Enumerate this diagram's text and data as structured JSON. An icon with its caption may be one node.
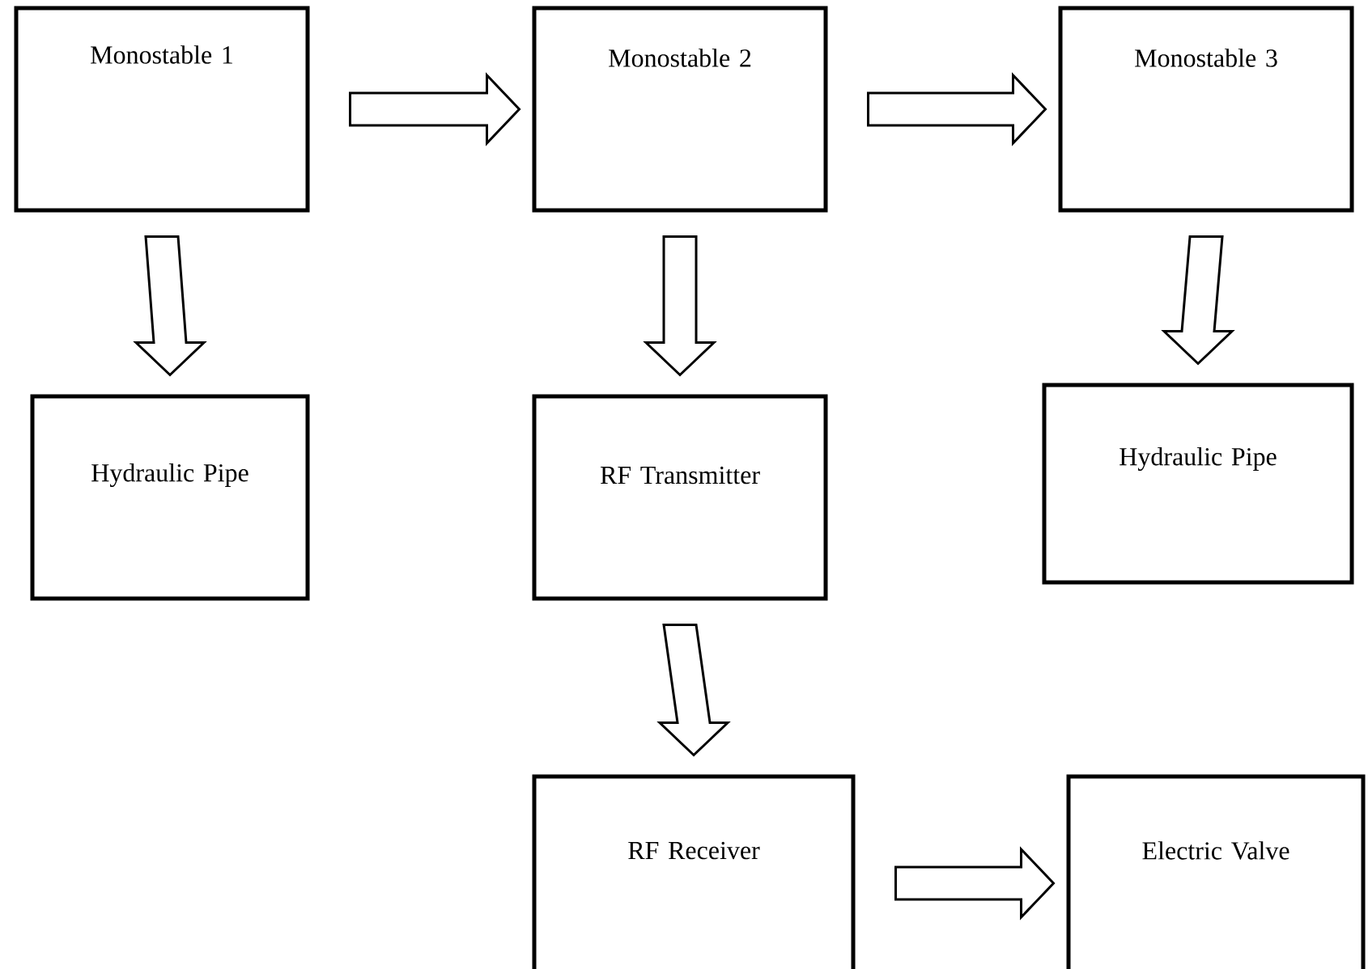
{
  "diagram": {
    "nodes": [
      {
        "text": [
          "Monostable 1"
        ]
      },
      {
        "text": [
          "Monostable 2"
        ]
      },
      {
        "text": [
          "Monostable 3"
        ]
      },
      {
        "text": [
          "Hydraulic Pipe"
        ]
      },
      {
        "text": [
          "RF Transmitter"
        ]
      },
      {
        "text": [
          "Hydraulic Pipe"
        ]
      },
      {
        "text": [
          "RF Receiver"
        ]
      },
      {
        "text": [
          "Electric Valve"
        ]
      }
    ],
    "edges": [
      {
        "from": 0,
        "to": 1,
        "arrow": "to"
      },
      {
        "from": 1,
        "to": 2,
        "arrow": "to"
      },
      {
        "from": 0,
        "to": 3,
        "arrow": "to"
      },
      {
        "from": 1,
        "to": 4,
        "arrow": "to"
      },
      {
        "from": 2,
        "to": 5,
        "arrow": "to"
      },
      {
        "from": 4,
        "to": 6,
        "arrow": "to"
      },
      {
        "from": 6,
        "to": 7,
        "arrow": "to"
      }
    ]
  }
}
